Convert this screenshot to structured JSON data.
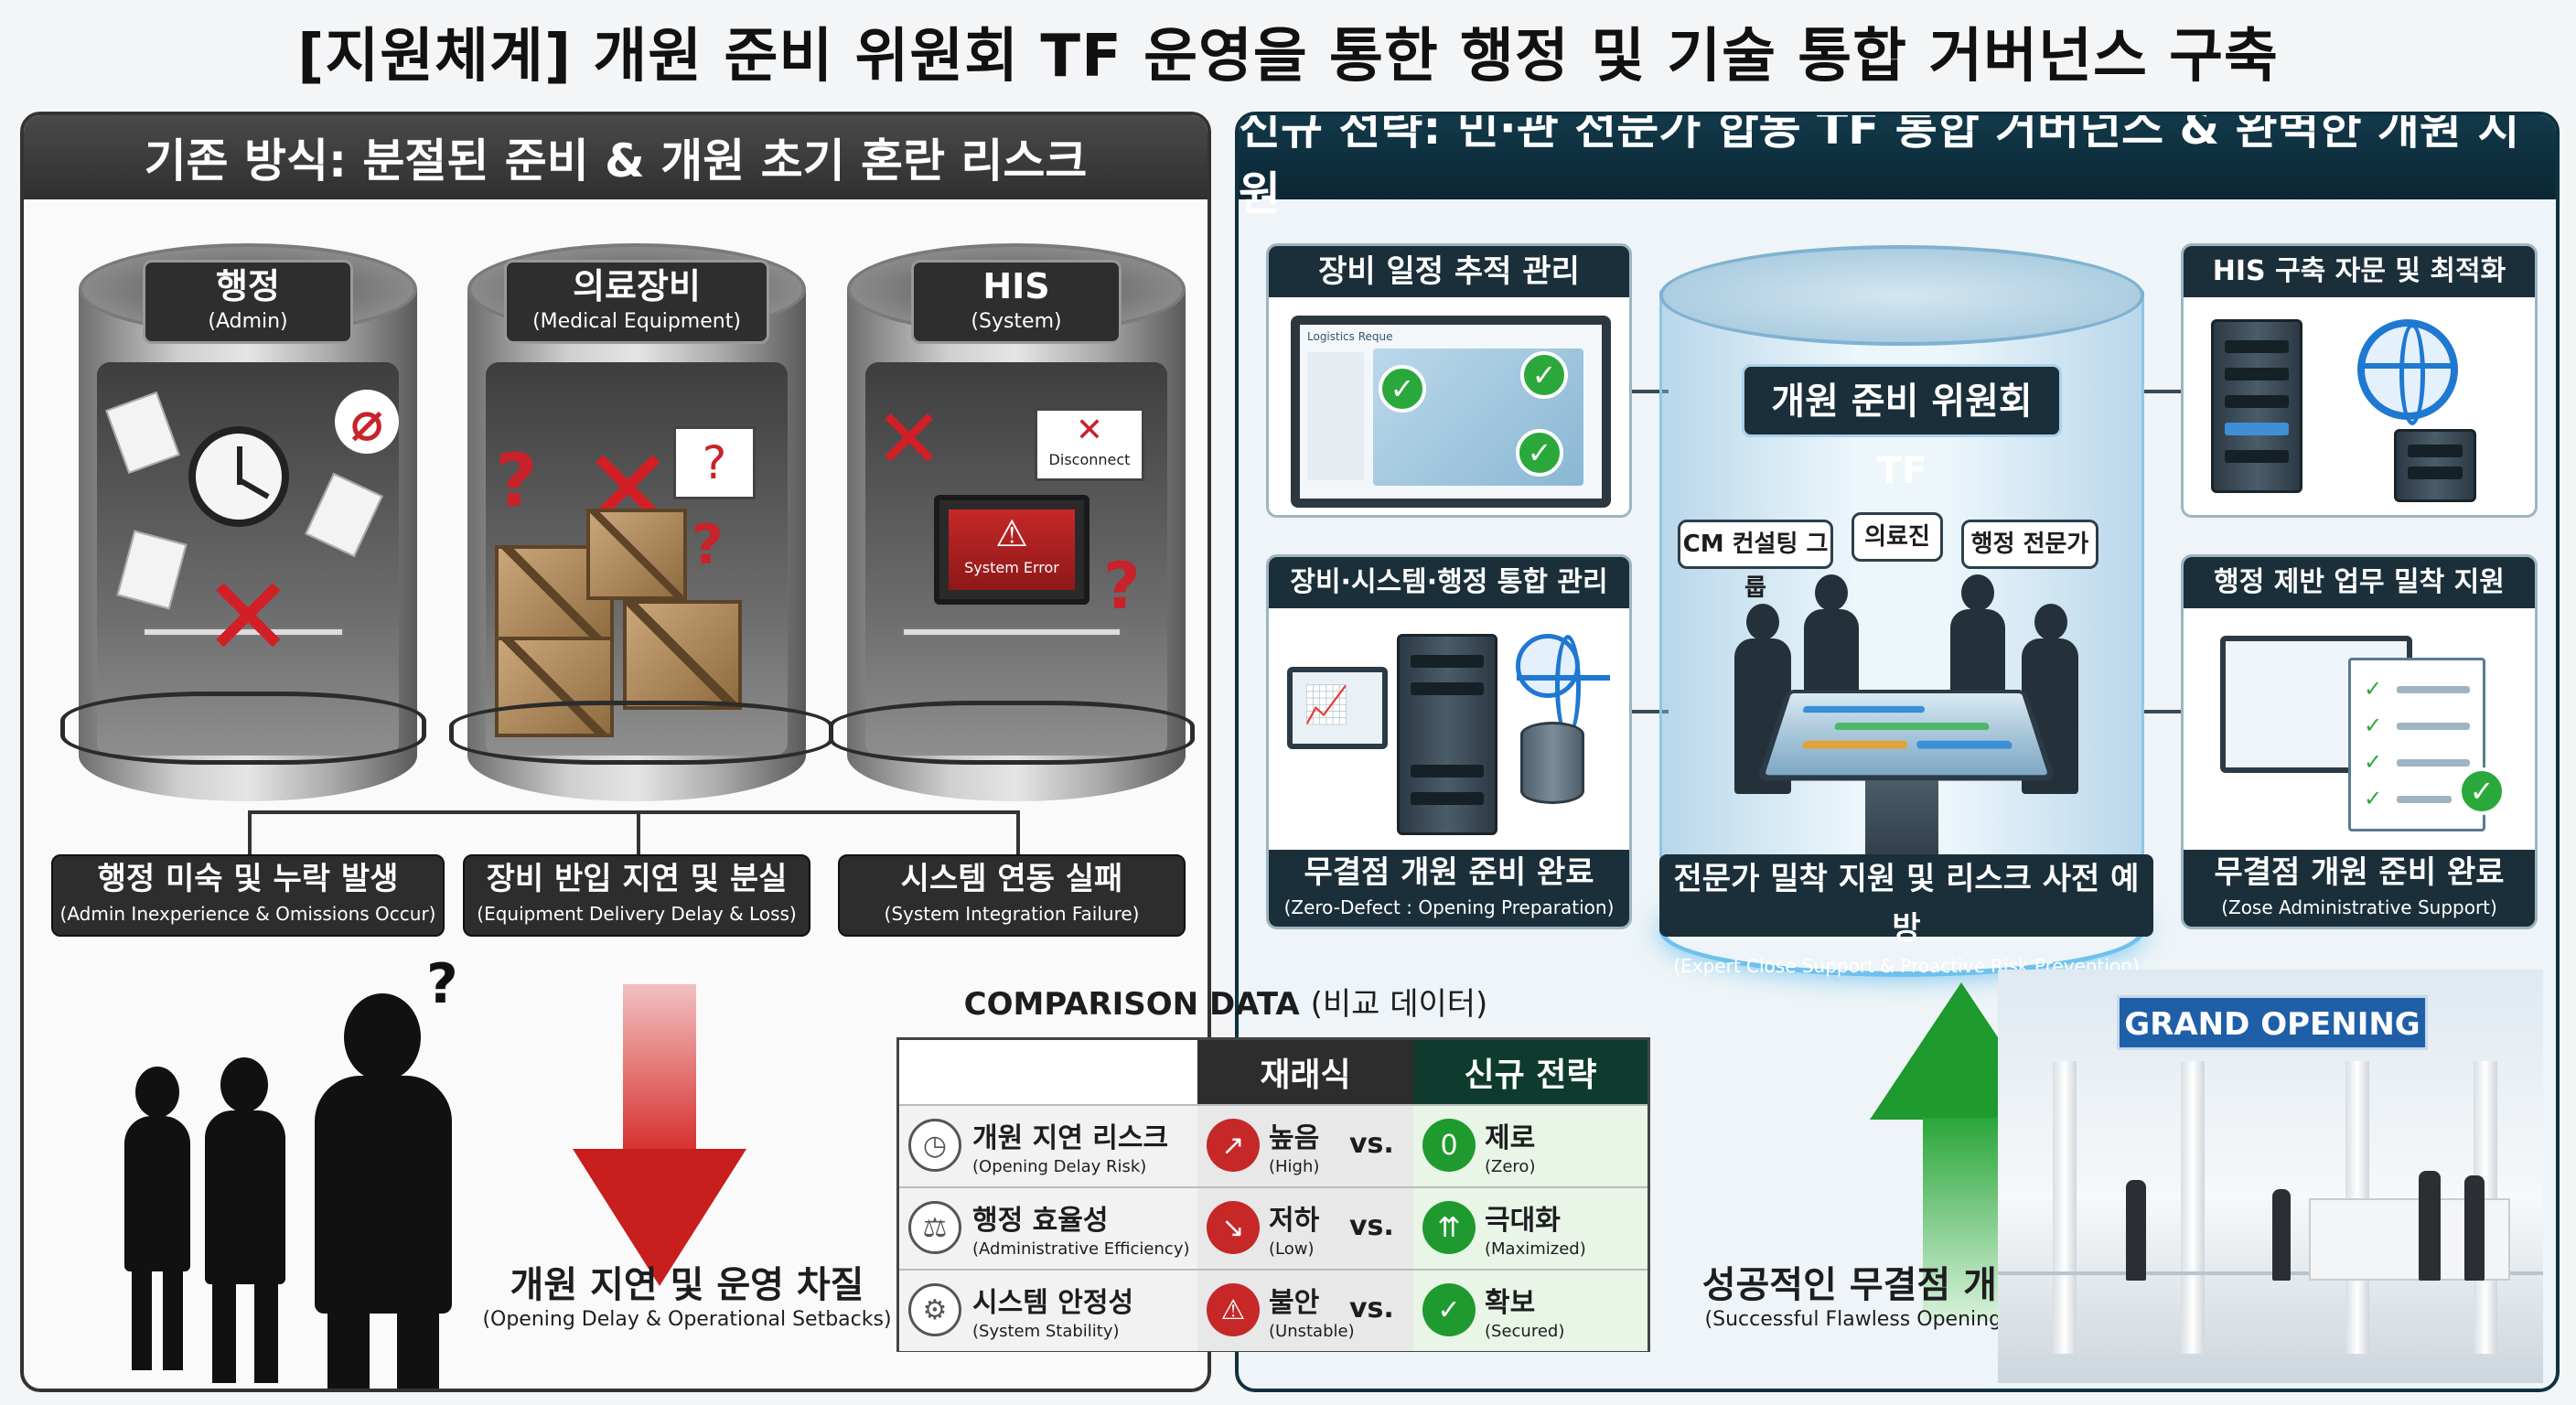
{
  "title": "[지원체계] 개원 준비 위원회 TF 운영을 통한 행정 및 기술 통합 거버넌스 구축",
  "left_panel": {
    "header": "기존 방식: 분절된 준비 & 개원 초기 혼란 리스크",
    "silos": [
      {
        "name": "행정",
        "name_en": "(Admin)"
      },
      {
        "name": "의료장비",
        "name_en": "(Medical Equipment)"
      },
      {
        "name": "HIS",
        "name_en": "(System)"
      }
    ],
    "signs": {
      "disconnect": "Disconnect",
      "system_error": "System Error"
    },
    "risks": [
      {
        "label": "행정 미숙 및 누락 발생",
        "label_en": "(Admin Inexperience & Omissions Occur)"
      },
      {
        "label": "장비 반입 지연 및 분실",
        "label_en": "(Equipment Delivery Delay & Loss)"
      },
      {
        "label": "시스템 연동 실패",
        "label_en": "(System Integration Failure)"
      }
    ],
    "outcome": {
      "label": "개원 지연 및 운영 차질",
      "label_en": "(Opening Delay & Operational Setbacks)"
    }
  },
  "right_panel": {
    "header": "신규 전략: 민·관 전문가 합동 TF 통합 거버넌스 & 완벽한 개원 지원",
    "cards": {
      "equipment_tracking": {
        "title": "장비 일정 추적 관리",
        "screen_title": "Logistics Reque"
      },
      "integrated_mgmt": {
        "title": "장비·시스템·행정 통합 관리",
        "footer": "무결점 개원 준비 완료",
        "footer_en": "(Zero-Defect : Opening Preparation)"
      },
      "his_consult": {
        "title": "HIS 구축 자문 및 최적화"
      },
      "admin_support": {
        "title": "행정 제반 업무 밀착 지원",
        "footer": "무결점 개원 준비 완료",
        "footer_en": "(Zose Administrative Support)"
      }
    },
    "tf": {
      "label": "개원 준비 위원회 TF",
      "roles": [
        "CM 컨설팅 그룹",
        "의료진",
        "행정 전문가"
      ],
      "footer": "전문가 밀착 지원 및 리스크 사전 예방",
      "footer_en": "(Expert Close Support & Proactive Risk Prevention)"
    },
    "outcome": {
      "label": "성공적인 무결점 개원 달성",
      "label_en": "(Successful Flawless Opening Achieved)"
    },
    "lobby_banner": "GRAND OPENING"
  },
  "comparison": {
    "title": "COMPARISON DATA",
    "title_sub": "(비교 데이터)",
    "col_old": "재래식",
    "col_new": "신규 전략",
    "vs": "vs.",
    "rows": [
      {
        "metric": "개원 지연 리스크",
        "metric_en": "(Opening Delay Risk)",
        "old": "높음",
        "old_en": "(High)",
        "new": "제로",
        "new_en": "(Zero)",
        "new_icon": "0"
      },
      {
        "metric": "행정 효율성",
        "metric_en": "(Administrative Efficiency)",
        "old": "저하",
        "old_en": "(Low)",
        "new": "극대화",
        "new_en": "(Maximized)",
        "new_icon": "⇈"
      },
      {
        "metric": "시스템 안정성",
        "metric_en": "(System Stability)",
        "old": "불안",
        "old_en": "(Unstable)",
        "new": "확보",
        "new_en": "(Secured)",
        "new_icon": "✓"
      }
    ],
    "colors": {
      "old_header": "#2d2d2d",
      "new_header": "#0f3b2f",
      "old_icon": "#c62828",
      "new_icon": "#1f9a2e"
    }
  }
}
